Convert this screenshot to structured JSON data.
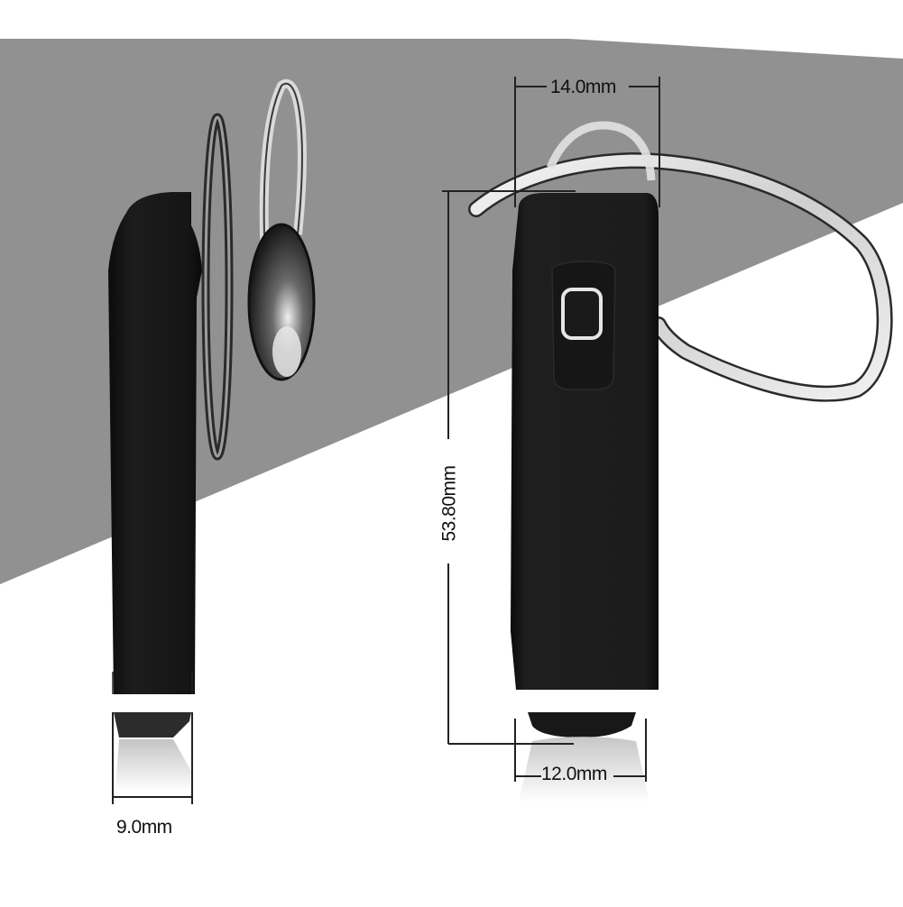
{
  "diagram": {
    "subject": "Bluetooth earpiece headset dimensions",
    "views": [
      {
        "name": "side view",
        "features": [
          "ear hook loop",
          "ear bud",
          "body"
        ]
      },
      {
        "name": "front view",
        "features": [
          "multifunction button",
          "ear hook",
          "body"
        ]
      }
    ],
    "dimensions": {
      "top_width": "14.0mm",
      "height": "53.80mm",
      "bottom_width": "12.0mm",
      "side_thickness": "9.0mm"
    },
    "colors": {
      "background": "#ffffff",
      "band": "#919191",
      "body": "#1b1b1b",
      "hook": "#d9d9d9",
      "button_ring": "#e6e6e6",
      "dimension_line": "#222222"
    }
  }
}
